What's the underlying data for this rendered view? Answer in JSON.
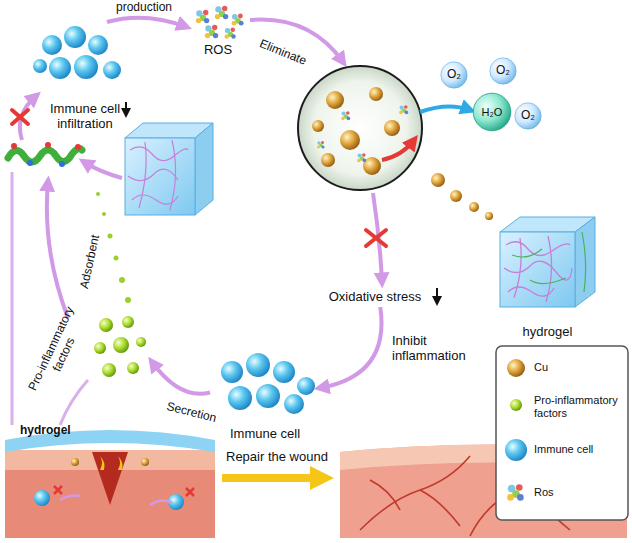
{
  "diagram": {
    "nodes": [
      {
        "text": [
          "Immune cell infiltration"
        ]
      },
      {
        "text": [
          "ROS"
        ]
      },
      {
        "text": [
          "O₂"
        ]
      },
      {
        "text": [
          "O₂"
        ]
      },
      {
        "text": [
          "H₂O"
        ]
      },
      {
        "text": [
          "O₂"
        ]
      },
      {
        "text": [
          "hydrogel"
        ]
      },
      {
        "text": [
          "Oxidative stress"
        ]
      },
      {
        "text": [
          "Immune cell"
        ]
      },
      {
        "text": [
          "Pro-inflammatory factors"
        ]
      }
    ],
    "edges": [
      {
        "from": 0,
        "to": 1,
        "label": "production",
        "arrow": "to"
      },
      {
        "from": 7,
        "to": 8,
        "label": "Inhibit inflammation",
        "arrow": "to"
      },
      {
        "from": 8,
        "to": 9,
        "label": "Secretion",
        "arrow": "to"
      }
    ],
    "labels": [
      "Eliminate",
      "Adsorbent",
      "Repair the wound",
      "hydrogel"
    ],
    "legend": [
      {
        "text": "Cu"
      },
      {
        "text": "Pro-inflammatory factors"
      },
      {
        "text": "Immune cell"
      },
      {
        "text": "Ros"
      }
    ]
  }
}
